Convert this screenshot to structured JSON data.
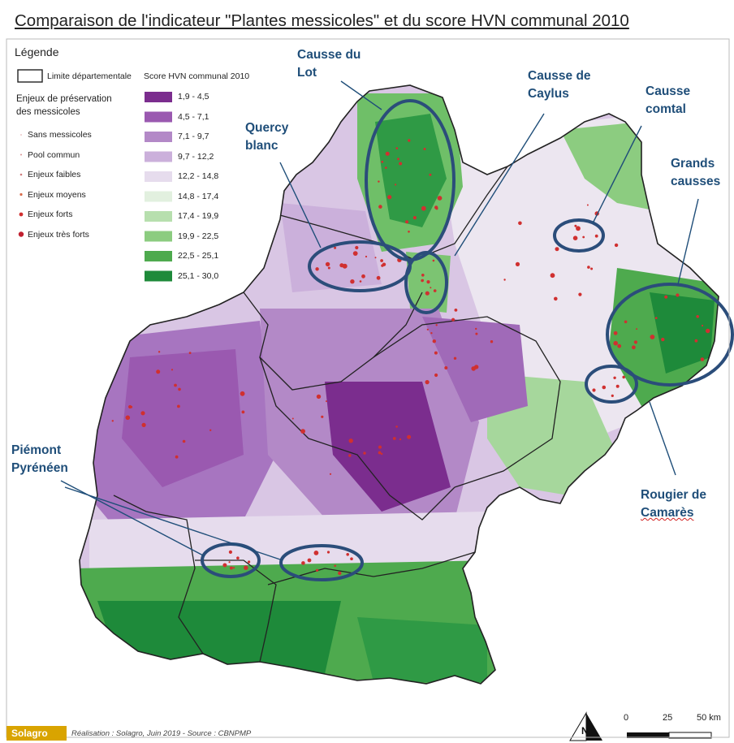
{
  "title": "Comparaison de l'indicateur \"Plantes messicoles\" et du score HVN communal 2010",
  "legend": {
    "heading": "Légende",
    "boundary_label": "Limite départementale",
    "enjeux_title_line1": "Enjeux de préservation",
    "enjeux_title_line2": "des messicoles",
    "enjeux": [
      {
        "label": "Sans messicoles",
        "color": "#e0a0a0"
      },
      {
        "label": "Pool commun",
        "color": "#d89090"
      },
      {
        "label": "Enjeux faibles",
        "color": "#cf7a7a"
      },
      {
        "label": "Enjeux moyens",
        "color": "#d86a4a"
      },
      {
        "label": "Enjeux forts",
        "color": "#d03030"
      },
      {
        "label": "Enjeux très forts",
        "color": "#c02030"
      }
    ],
    "score_title": "Score HVN communal 2010",
    "score_classes": [
      {
        "label": "1,9 - 4,5",
        "color": "#7b2d8e"
      },
      {
        "label": "4,5 - 7,1",
        "color": "#9a59b0"
      },
      {
        "label": "7,1 - 9,7",
        "color": "#b389c7"
      },
      {
        "label": "9,7 - 12,2",
        "color": "#cbb0db"
      },
      {
        "label": "12,2 - 14,8",
        "color": "#e6dced"
      },
      {
        "label": "14,8 - 17,4",
        "color": "#e2f0df"
      },
      {
        "label": "17,4 - 19,9",
        "color": "#b7dfae"
      },
      {
        "label": "19,9 - 22,5",
        "color": "#8ccc80"
      },
      {
        "label": "22,5 - 25,1",
        "color": "#4eaa4e"
      },
      {
        "label": "25,1 - 30,0",
        "color": "#1e8a3a"
      }
    ]
  },
  "areas": {
    "causse_du_lot": [
      "Causse du",
      "Lot"
    ],
    "causse_de_caylus": [
      "Causse de",
      "Caylus"
    ],
    "causse_comtal": [
      "Causse",
      "comtal"
    ],
    "quercy_blanc": [
      "Quercy",
      "blanc"
    ],
    "grands_causses": [
      "Grands",
      "causses"
    ],
    "piemont_pyreneen": [
      "Piémont",
      "Pyrénéen"
    ],
    "rougier_de_camares": [
      "Rougier de",
      "Camarès"
    ]
  },
  "scale": {
    "ticks": [
      "0",
      "25",
      "50 km"
    ]
  },
  "north_label": "N",
  "credit": "Réalisation : Solagro, Juin 2019 - Source : CBNPMP",
  "logo": "Solagro",
  "colors": {
    "ellipse": "#2b4d7a",
    "label": "#1f4e79",
    "boundary": "#222222"
  }
}
